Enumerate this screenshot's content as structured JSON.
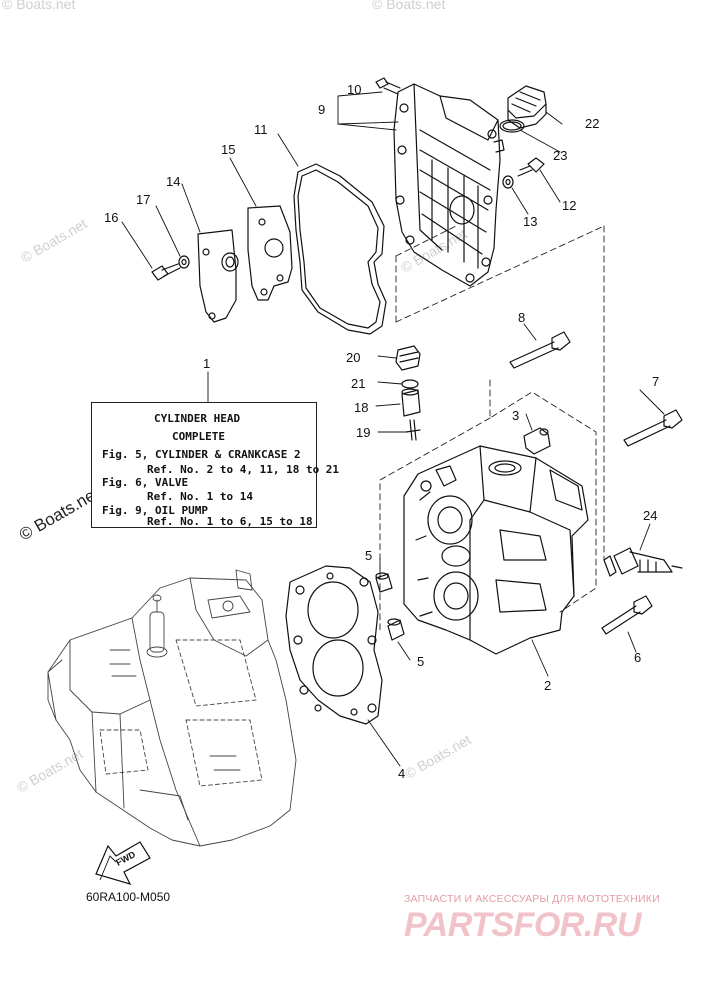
{
  "callouts": {
    "c1": "1",
    "c2": "2",
    "c3": "3",
    "c4": "4",
    "c5a": "5",
    "c5b": "5",
    "c6": "6",
    "c7": "7",
    "c8": "8",
    "c9": "9",
    "c10": "10",
    "c11": "11",
    "c12": "12",
    "c13": "13",
    "c14": "14",
    "c15": "15",
    "c16": "16",
    "c17": "17",
    "c18": "18",
    "c19": "19",
    "c20": "20",
    "c21": "21",
    "c22": "22",
    "c23": "23",
    "c24": "24"
  },
  "note": {
    "title": "CYLINDER HEAD",
    "subtitle": "COMPLETE",
    "line1": "Fig. 5, CYLINDER & CRANKCASE 2",
    "line2": "Ref. No. 2 to 4, 11, 18 to 21",
    "line3": "Fig. 6, VALVE",
    "line4": "Ref. No. 1 to 14",
    "line5": "Fig. 9, OIL PUMP",
    "line6": "Ref. No. 1 to 6, 15 to 18"
  },
  "fwd_label": "FWD",
  "diagram_code": "60RA100-M050",
  "watermarks": {
    "boats": "© Boats.net"
  },
  "shop": {
    "tagline": "ЗАПЧАСТИ И АКСЕССУАРЫ ДЛЯ МОТОТЕХНИКИ",
    "logo": "PARTSFOR.RU"
  },
  "colors": {
    "line": "#111111",
    "watermark": "#cfcfcf",
    "shop": "#e39aa5"
  }
}
